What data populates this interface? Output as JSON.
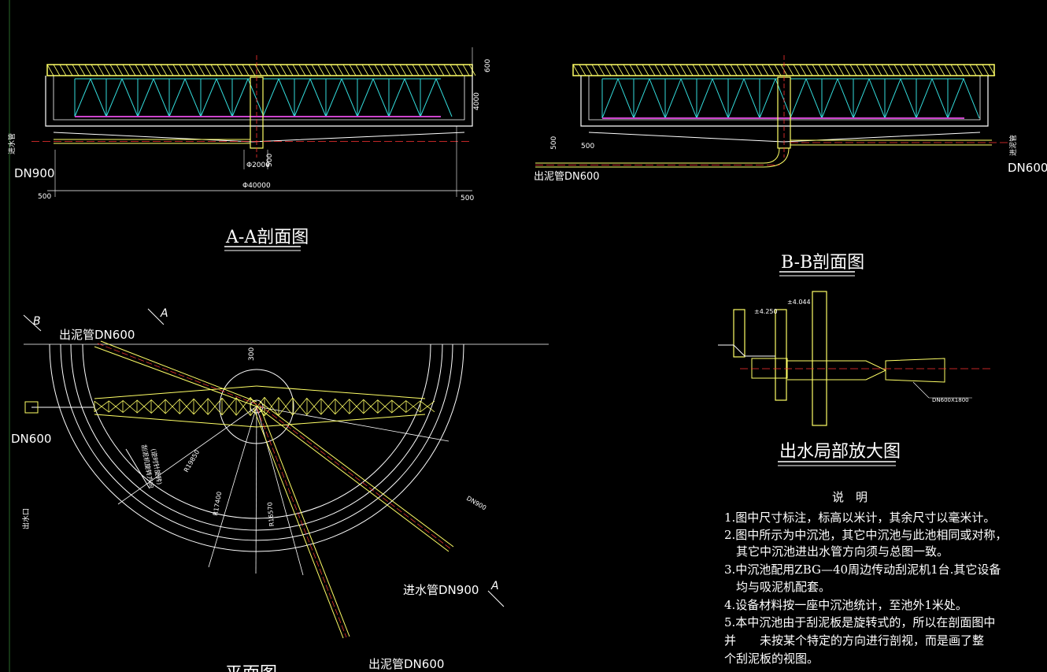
{
  "titles": {
    "section_aa": "A-A剖面图",
    "section_bb": "B-B剖面图",
    "detail": "出水局部放大图",
    "plan": "平面图"
  },
  "labels": {
    "inlet_pipe_aa": "进水管",
    "dn900_aa": "DN900",
    "dim_500_left": "500",
    "dim_500_right": "500",
    "dim_40000": "Φ40000",
    "dim_2000": "Φ2000",
    "dim_500_center": "500",
    "dim_600_top": "600",
    "dim_4000": "4000",
    "label_sludge_dn600_bb": "出泥管DN600",
    "label_overflow_bb": "进泥管",
    "dn600_bb": "DN600",
    "dim_500_bb_a": "500",
    "dim_500_bb_b": "500",
    "plan_outlet_pipe": "出泥管DN600",
    "plan_dn600_left": "DN600",
    "plan_inlet_dn900": "进水管DN900",
    "plan_sludge_bottom": "出泥管DN600",
    "plan_outlet_port": "出水口",
    "plan_300": "300",
    "plan_rotation": "刮泥机旋转方向",
    "plan_rotation2": "(逆时针旋转)",
    "plan_r19850": "R19850",
    "plan_r17400": "R17400",
    "plan_r16570": "R16570",
    "plan_b": "B",
    "plan_a_top": "A",
    "plan_a_bottom": "A",
    "plan_dn900_note": "DN900",
    "detail_level1": "±4.250",
    "detail_level2": "±4.044",
    "detail_pipe": "DN600X1800"
  },
  "notes": {
    "heading": "说　明",
    "lines": [
      "1.图中尺寸标注，标高以米计，其余尺寸以毫米计。",
      "2.图中所示为中沉池，其它中沉池与此池相同或对称，",
      "　其它中沉池进出水管方向须与总图一致。",
      "3.中沉池配用ZBG—40周边传动刮泥机1台.其它设备",
      "　均与吸泥机配套。",
      "4.设备材料按一座中沉池统计，至池外1米处。",
      "5.本中沉池由于刮泥板是旋转式的，所以在剖面图中",
      "并　　未按某个特定的方向进行剖视，而是画了整",
      "个刮泥板的视图。"
    ]
  },
  "colors": {
    "background": "#000000",
    "bridge": "#ffff66",
    "truss": "#33dddd",
    "sludge": "#cc44cc",
    "pipe_red": "#ff3333",
    "wall": "#ffffff"
  }
}
